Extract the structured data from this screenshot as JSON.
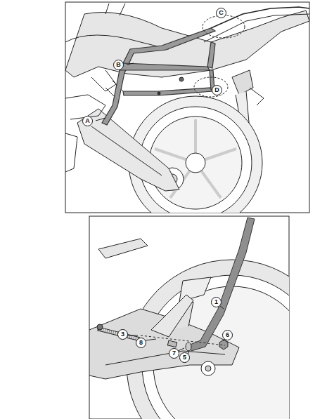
{
  "diagram": {
    "labels": [
      "C",
      "B",
      "D",
      "A",
      "1",
      "6",
      "3",
      "8",
      "7",
      "5"
    ]
  }
}
